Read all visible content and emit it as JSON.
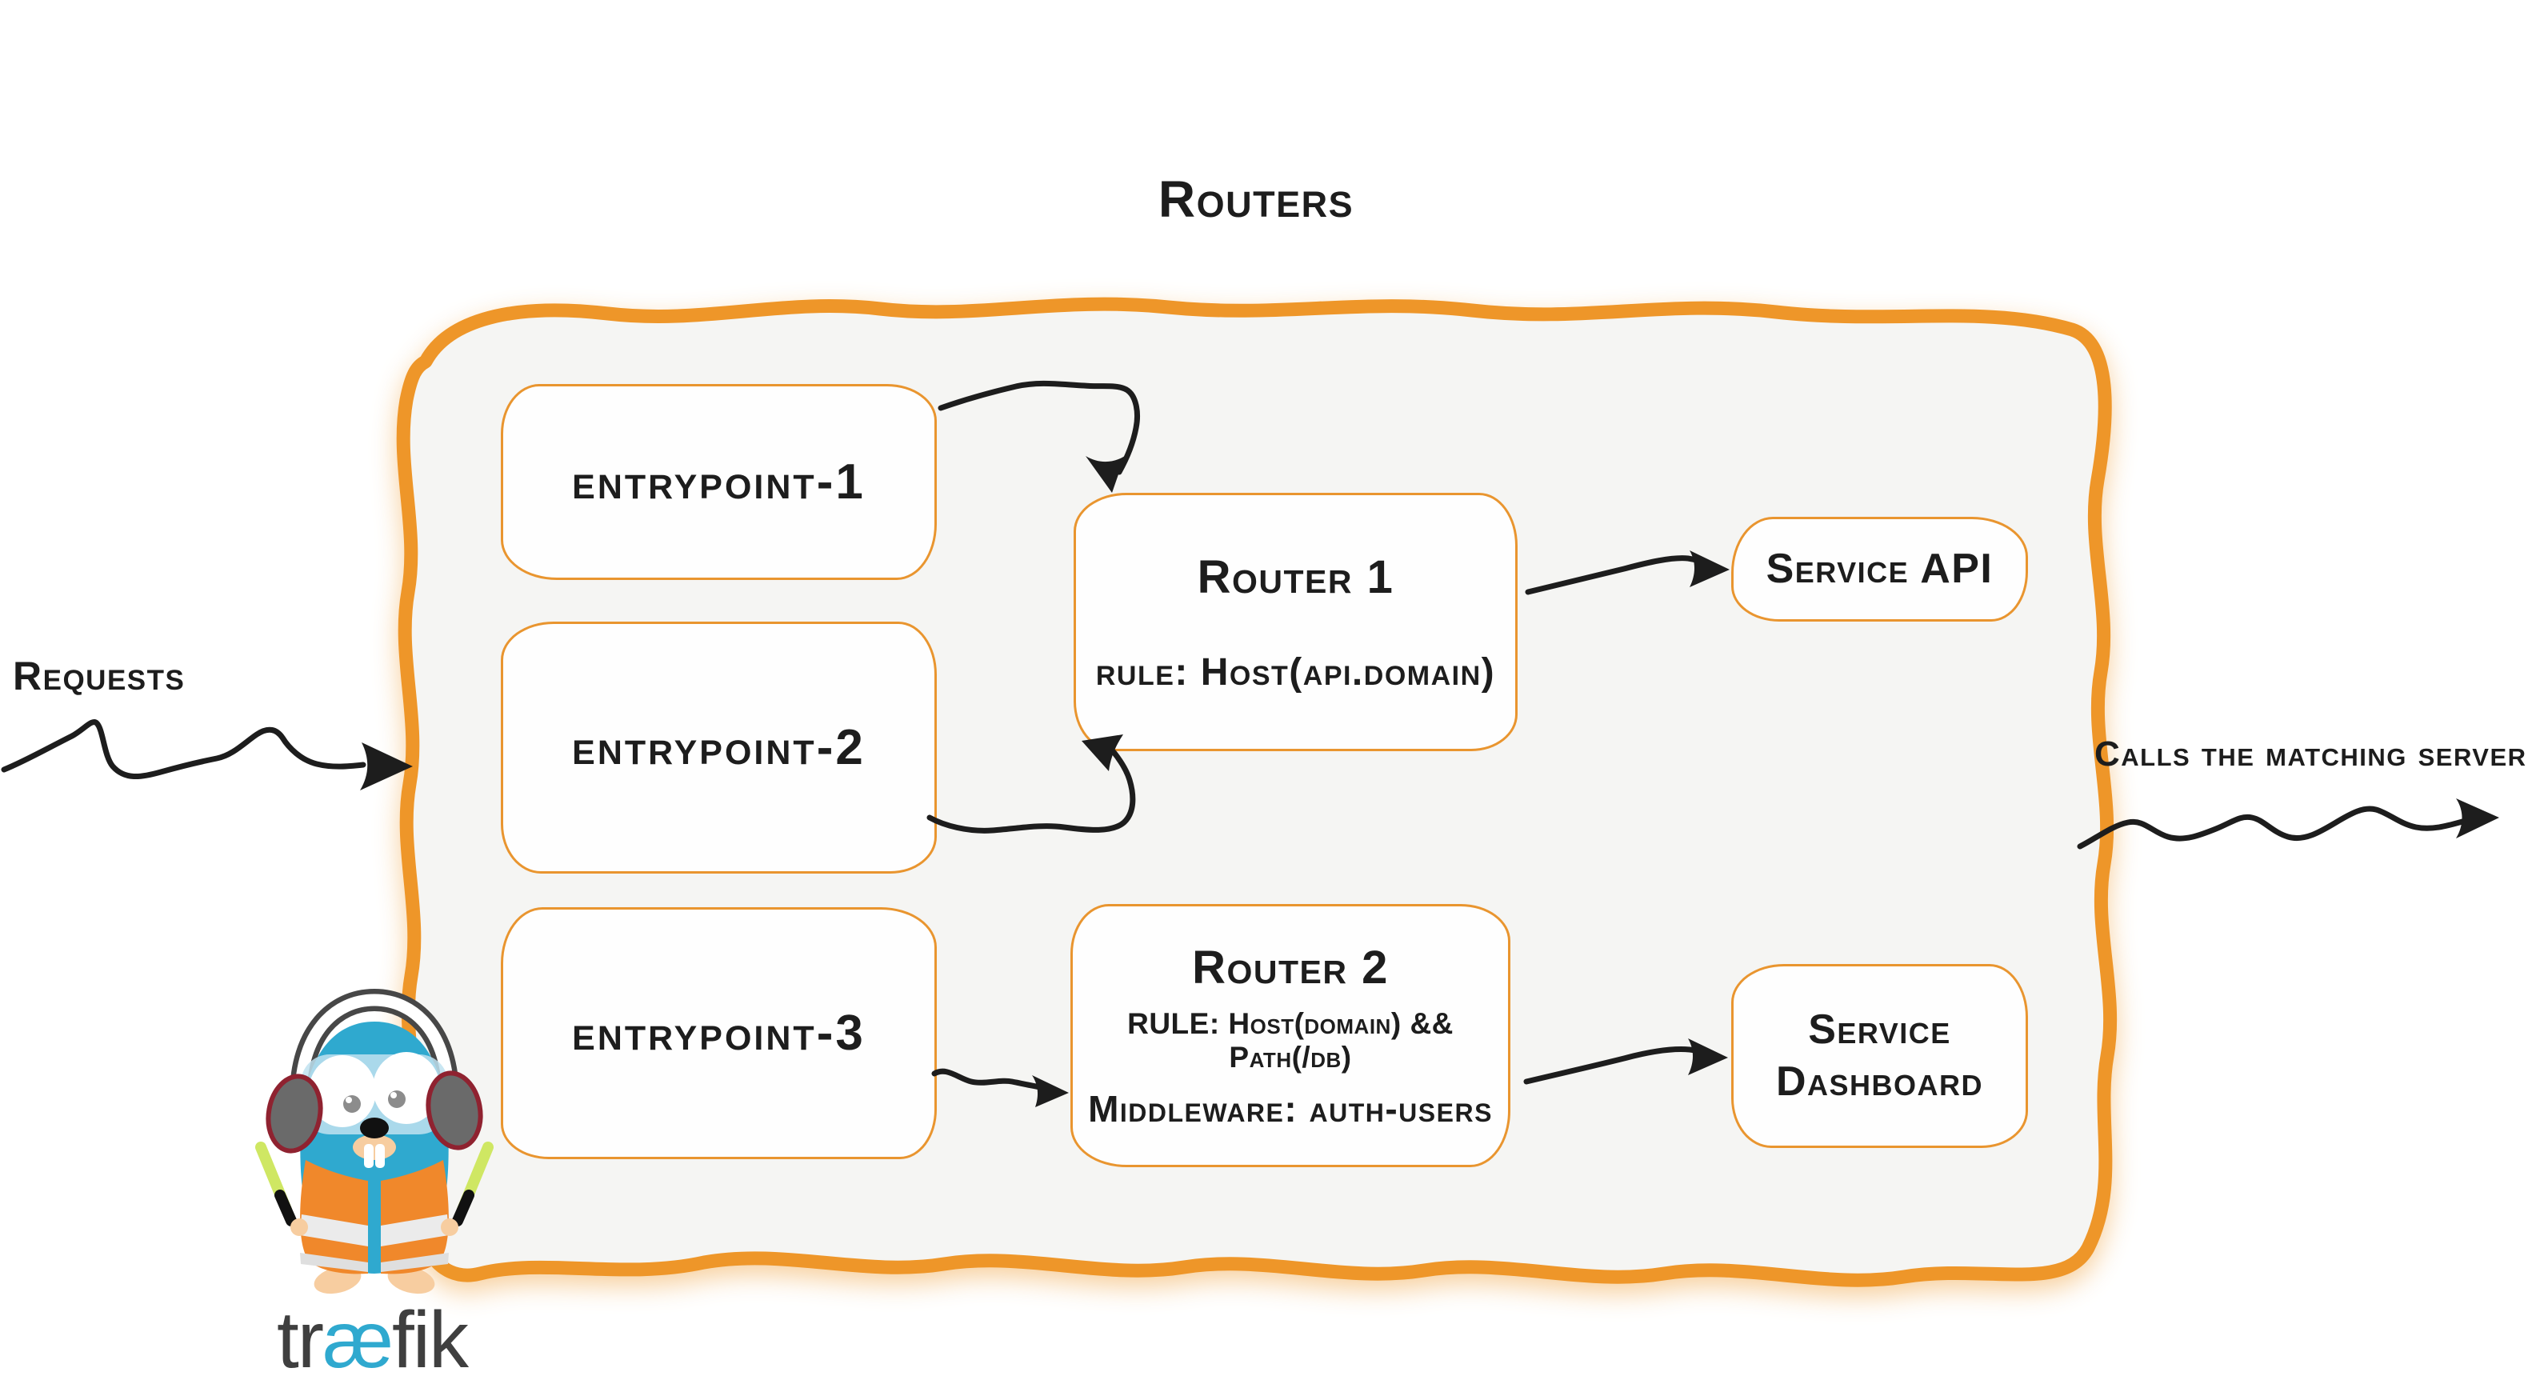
{
  "diagram": {
    "title": "Routers",
    "requests_label": "Requests",
    "output_label": "Calls the matching server",
    "entrypoints": [
      {
        "label": "entrypoint-1"
      },
      {
        "label": "entrypoint-2"
      },
      {
        "label": "entrypoint-3"
      }
    ],
    "routers": [
      {
        "title": "Router 1",
        "rule": "rule: Host(api.domain)"
      },
      {
        "title": "Router 2",
        "rule": "RULE: Host(domain) && Path(/db)",
        "middleware": "Middleware: auth-users"
      }
    ],
    "services": [
      {
        "label": "Service API"
      },
      {
        "lines": [
          "Service",
          "Dashboard"
        ]
      }
    ],
    "logo": {
      "wordmark_pre": "tr",
      "wordmark_ae": "æ",
      "wordmark_post": "fik"
    },
    "colors": {
      "accent": "#EE9629",
      "box-border": "#E9952F",
      "ink": "#1D1D1D",
      "panel": "#F5F5F3",
      "teal": "#2FA9CF",
      "charcoal": "#3F3F3F"
    }
  }
}
